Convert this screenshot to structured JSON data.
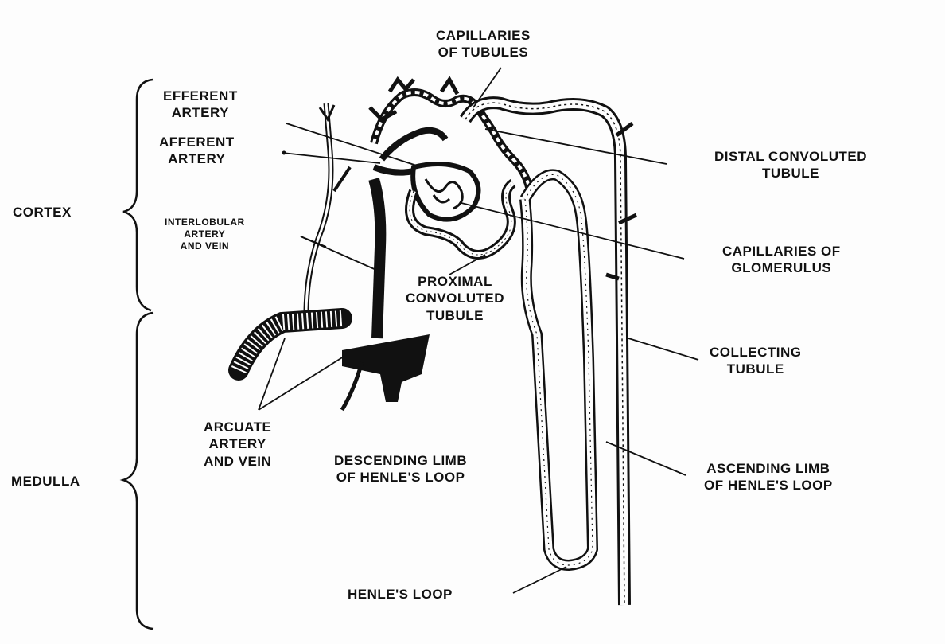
{
  "labels": {
    "capillaries_of_tubules": [
      "CAPILLARIES",
      "OF TUBULES"
    ],
    "efferent_artery": [
      "EFFERENT",
      "ARTERY"
    ],
    "afferent_artery": [
      "AFFERENT",
      "ARTERY"
    ],
    "interlobular": [
      "INTERLOBULAR",
      "ARTERY",
      "AND VEIN"
    ],
    "cortex": "CORTEX",
    "medulla": "MEDULLA",
    "distal_convoluted_tubule": [
      "DISTAL CONVOLUTED",
      "TUBULE"
    ],
    "capillaries_of_glomerulus": [
      "CAPILLARIES OF",
      "GLOMERULUS"
    ],
    "proximal_convoluted_tubule": [
      "PROXIMAL",
      "CONVOLUTED",
      "TUBULE"
    ],
    "collecting_tubule": [
      "COLLECTING",
      "TUBULE"
    ],
    "arcuate_artery_and_vein": [
      "ARCUATE",
      "ARTERY",
      "AND VEIN"
    ],
    "descending_limb": [
      "DESCENDING LIMB",
      "OF HENLE'S LOOP"
    ],
    "ascending_limb": [
      "ASCENDING LIMB",
      "OF HENLE'S LOOP"
    ],
    "henles_loop": "HENLE'S LOOP"
  },
  "colors": {
    "ink": "#111111",
    "background": "#fdfdfd"
  }
}
